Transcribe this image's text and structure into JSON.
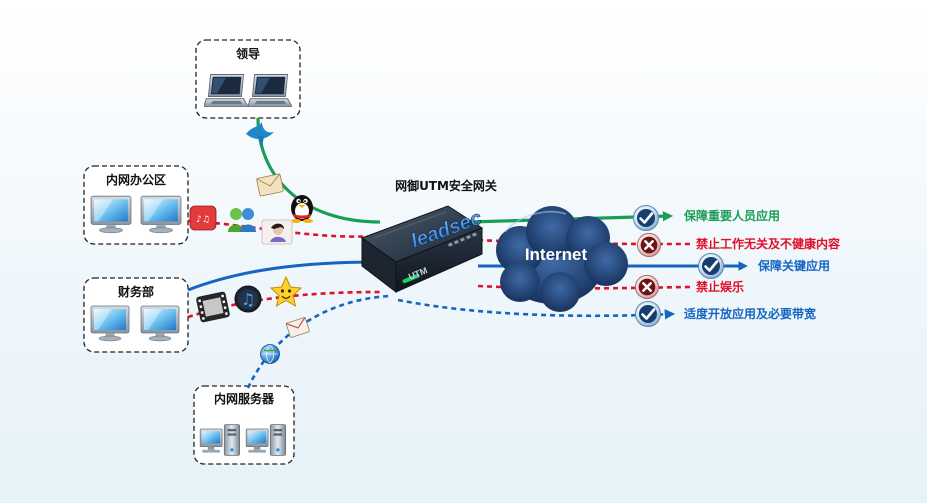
{
  "zones": {
    "leadership": "领导",
    "office": "内网办公区",
    "finance": "财务部",
    "server": "内网服务器"
  },
  "gateway": {
    "title": "网御UTM安全网关",
    "brand": "leadsec",
    "model": "UTM"
  },
  "cloud": {
    "label": "Internet"
  },
  "policies": [
    {
      "label": "保障重要人员应用",
      "status": "allow",
      "color": "#1a9e55"
    },
    {
      "label": "禁止工作无关及不健康内容",
      "status": "deny",
      "color": "#e0102a"
    },
    {
      "label": "保障关键应用",
      "status": "allow",
      "color": "#1565c0"
    },
    {
      "label": "禁止娱乐",
      "status": "deny",
      "color": "#e0102a"
    },
    {
      "label": "适度开放应用及必要带宽",
      "status": "allow",
      "color": "#1565c0"
    }
  ],
  "colors": {
    "green": "#1a9e55",
    "red": "#e0102a",
    "blue": "#1565c0",
    "cloud": "#1d3d6e"
  },
  "icons": [
    "laptop-icon",
    "monitor-icon",
    "server-tower-icon",
    "bird-icon",
    "mail-icon",
    "penguin-icon",
    "messenger-icon",
    "music-icon",
    "film-icon",
    "star-icon",
    "globe-icon",
    "check-icon",
    "cross-icon"
  ]
}
